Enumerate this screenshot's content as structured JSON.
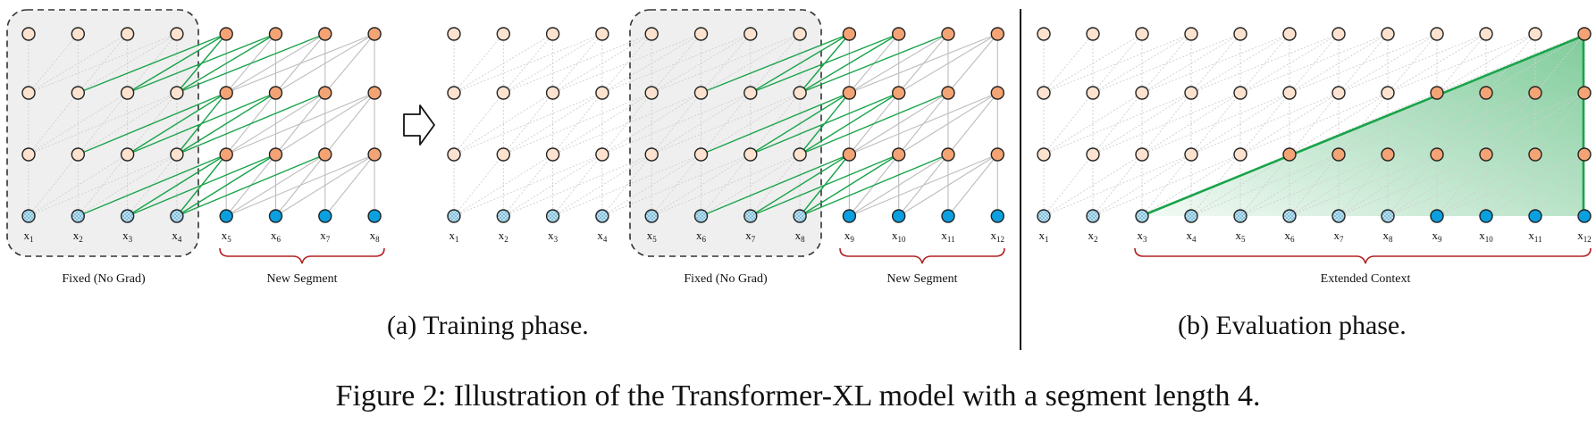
{
  "training": {
    "tokens_left": [
      "x1",
      "x2",
      "x3",
      "x4",
      "x5",
      "x6",
      "x7",
      "x8"
    ],
    "tokens_right": [
      "x1",
      "x2",
      "x3",
      "x4",
      "x5",
      "x6",
      "x7",
      "x8",
      "x9",
      "x10",
      "x11",
      "x12"
    ],
    "fixed_label": "Fixed (No Grad)",
    "new_label": "New Segment",
    "caption": "(a) Training phase."
  },
  "evaluation": {
    "tokens": [
      "x1",
      "x2",
      "x3",
      "x4",
      "x5",
      "x6",
      "x7",
      "x8",
      "x9",
      "x10",
      "x11",
      "x12"
    ],
    "context_label": "Extended Context",
    "caption": "(b) Evaluation phase."
  },
  "figure_caption": "Figure 2: Illustration of the Transformer-XL model with a segment length 4.",
  "colors": {
    "fixed_node": "#fde3cf",
    "new_node": "#f4a474",
    "fixed_input": "#c8e6f5",
    "new_input": "#0aa0e0",
    "edge_grey": "#c8c8c8",
    "edge_green": "#1aa34a",
    "brace_red": "#b22222",
    "fixed_box": "#efefef"
  },
  "icons": {
    "arrow": "right-outline-arrow-icon"
  }
}
